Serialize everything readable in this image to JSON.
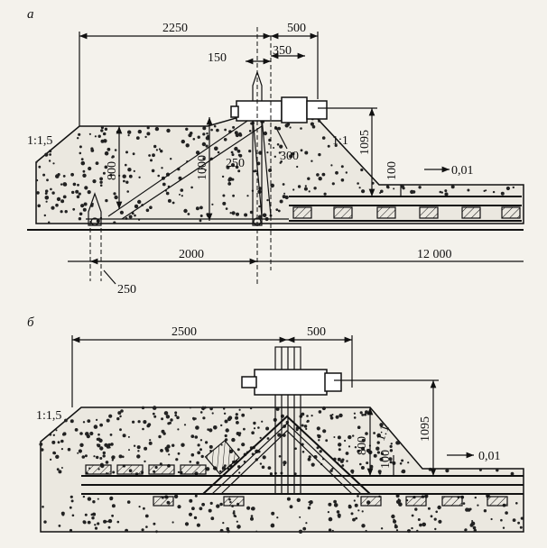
{
  "figure_a": {
    "label": "а",
    "dims": {
      "top_span": "2250",
      "right_span": "500",
      "small_a": "150",
      "small_b": "350",
      "slope_left": "1:1,5",
      "slope_right": "1:1",
      "height_800": "800",
      "height_1000": "1000",
      "height_1095": "1095",
      "height_100": "100",
      "offset_250": "250",
      "offset_300": "300",
      "grade": "0,01",
      "bottom_2000": "2000",
      "bottom_12000": "12 000",
      "bottom_250": "250"
    }
  },
  "figure_b": {
    "label": "б",
    "dims": {
      "top_span": "2500",
      "right_span": "500",
      "slope_left": "1:1,5",
      "slope_right": "1:1",
      "height_800": "800",
      "height_100": "100",
      "height_1095": "1095",
      "grade": "0,01"
    }
  }
}
